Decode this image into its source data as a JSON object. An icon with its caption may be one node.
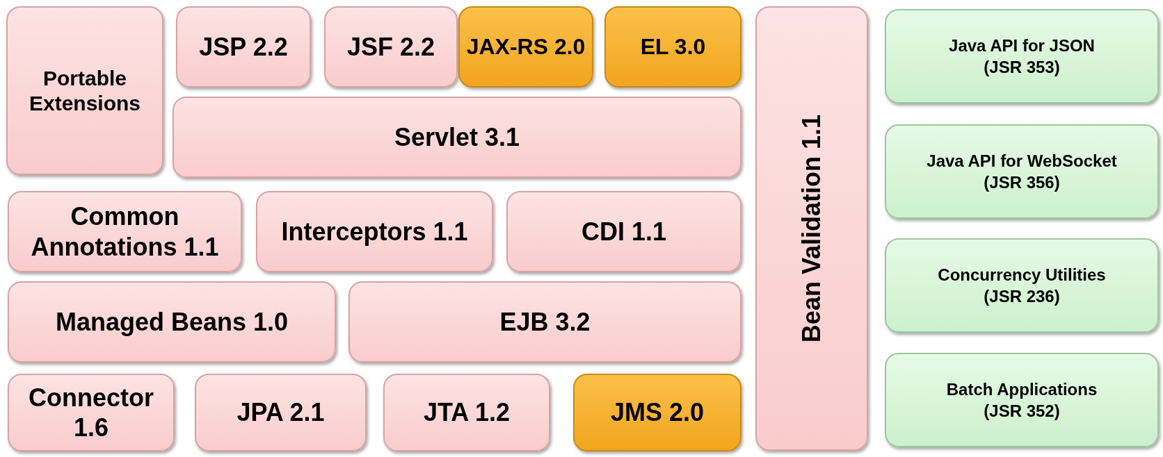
{
  "diagram": {
    "nodes": [
      {
        "text": [
          "Portable Extensions"
        ]
      },
      {
        "text": [
          "JSP 2.2"
        ]
      },
      {
        "text": [
          "JSF 2.2"
        ]
      },
      {
        "text": [
          "JAX-RS 2.0"
        ]
      },
      {
        "text": [
          "EL 3.0"
        ]
      },
      {
        "text": [
          "Bean Validation 1.1"
        ]
      },
      {
        "text": [
          "Java API for JSON",
          "(JSR 353)"
        ]
      },
      {
        "text": [
          "Servlet 3.1"
        ]
      },
      {
        "text": [
          "Java API for WebSocket",
          "(JSR 356)"
        ]
      },
      {
        "text": [
          "Common Annotations 1.1"
        ]
      },
      {
        "text": [
          "Interceptors 1.1"
        ]
      },
      {
        "text": [
          "CDI 1.1"
        ]
      },
      {
        "text": [
          "Concurrency Utilities",
          "(JSR 236)"
        ]
      },
      {
        "text": [
          "Managed Beans 1.0"
        ]
      },
      {
        "text": [
          "EJB 3.2"
        ]
      },
      {
        "text": [
          "Connector 1.6"
        ]
      },
      {
        "text": [
          "JPA 2.1"
        ]
      },
      {
        "text": [
          "JTA 1.2"
        ]
      },
      {
        "text": [
          "JMS 2.0"
        ]
      },
      {
        "text": [
          "Batch Applications",
          "(JSR 352)"
        ]
      }
    ]
  }
}
